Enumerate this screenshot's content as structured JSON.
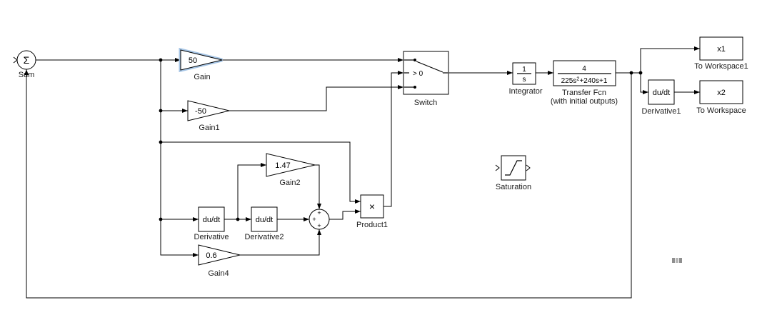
{
  "colors": {
    "selection": "#a6c5e5",
    "wire": "#000000",
    "background": "#ffffff",
    "badge_gray": "#8f8f8f"
  },
  "blocks": {
    "sum": {
      "symbol": "Σ",
      "label": "Sum"
    },
    "gain": {
      "value": "50",
      "label": "Gain",
      "selected": true
    },
    "gain1": {
      "value": "-50",
      "label": "Gain1"
    },
    "gain2": {
      "value": "1.47",
      "label": "Gain2"
    },
    "gain4": {
      "value": "0.6",
      "label": "Gain4"
    },
    "derivative": {
      "value": "du/dt",
      "label": "Derivative"
    },
    "derivative2": {
      "value": "du/dt",
      "label": "Derivative2"
    },
    "add": {
      "ports": [
        "+",
        "+",
        "+"
      ]
    },
    "product1": {
      "symbol": "×",
      "label": "Product1"
    },
    "switch": {
      "criteria": "> 0",
      "label": "Switch"
    },
    "integrator": {
      "numerator": "1",
      "denominator": "s",
      "label": "Integrator"
    },
    "transfer_fcn": {
      "numerator": "4",
      "den_base": "225s",
      "den_sup": "2",
      "den_rest": "+240s+1",
      "label": "Transfer Fcn",
      "sublabel": "(with initial outputs)"
    },
    "saturation": {
      "label": "Saturation"
    },
    "derivative1": {
      "value": "du/dt",
      "label": "Derivative1"
    },
    "to_workspace1": {
      "value": "x1",
      "label": "To Workspace1"
    },
    "to_workspace": {
      "value": "x2",
      "label": "To Workspace"
    }
  }
}
